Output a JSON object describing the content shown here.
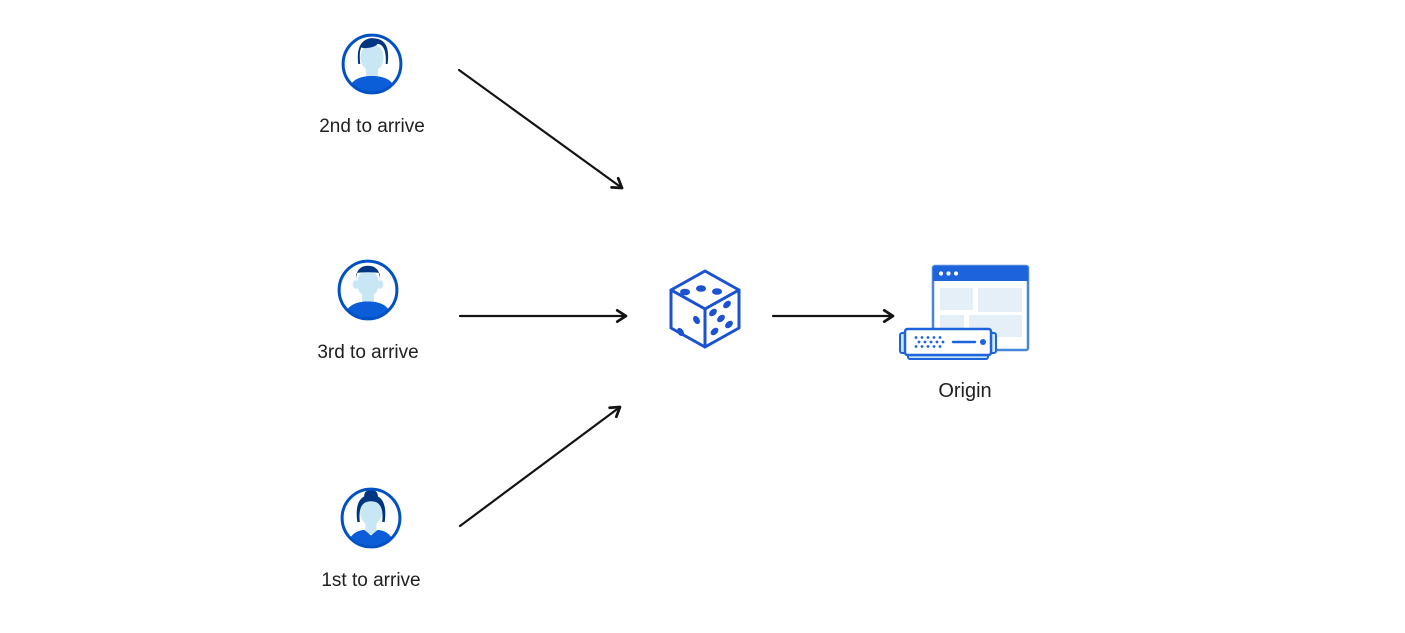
{
  "diagram": {
    "users": [
      {
        "label": "2nd to arrive",
        "icon": "user-avatar-male-quiff-icon"
      },
      {
        "label": "3rd to arrive",
        "icon": "user-avatar-male-flattop-icon"
      },
      {
        "label": "1st to arrive",
        "icon": "user-avatar-female-bun-icon"
      }
    ],
    "router": {
      "icon": "dice-icon"
    },
    "origin": {
      "label": "Origin",
      "icon": "origin-server-browser-icon"
    },
    "connections": [
      "2nd to arrive -> dice",
      "3rd to arrive -> dice",
      "1st to arrive -> dice",
      "dice -> Origin"
    ],
    "colors": {
      "background": "#ffffff",
      "outline_blue": "#0051c3",
      "shirt_blue": "#0b5ed7",
      "hair_navy": "#003681",
      "skin_light_blue": "#c9e6f5",
      "dice_blue": "#1a52d1",
      "browser_bar_blue": "#1d63dc",
      "browser_border_blue": "#4a85dc",
      "panel_light_blue": "#e4eff8",
      "server_border_blue": "#1d63dc",
      "server_tab_fill": "#cfe7f8",
      "server_base_fill": "#bfe0f6",
      "arrow_black": "#141414",
      "text_color": "#202020"
    }
  }
}
